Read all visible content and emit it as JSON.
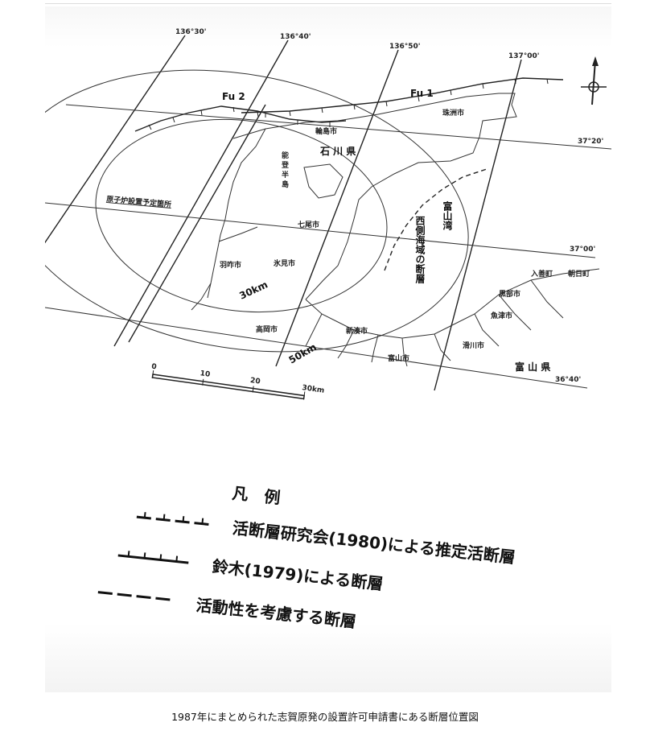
{
  "map": {
    "meridians": [
      "136°30'",
      "136°40'",
      "136°50'",
      "137°00'"
    ],
    "parallels": [
      "37°20'",
      "37°00'",
      "36°40'"
    ],
    "faults": {
      "fu1": "Fu 1",
      "fu2": "Fu 2"
    },
    "radii": {
      "inner": "30km",
      "outer": "50km"
    },
    "places": {
      "ishikawa": "石 川 県",
      "noto1": "能",
      "noto2": "登",
      "noto3": "半",
      "noto4": "島",
      "wajima": "輪島市",
      "suzu": "珠洲市",
      "nanao": "七尾市",
      "hakui": "羽咋市",
      "himi": "氷見市",
      "takaoka": "高岡市",
      "shinminato": "新湊市",
      "toyama_city": "富山市",
      "namerikawa": "滑川市",
      "uozu": "魚津市",
      "kurobe": "黒部市",
      "nyuzen": "入善町",
      "asahi": "朝日町",
      "toyama_pref": "富 山 県",
      "toyama_bay": "富山湾",
      "west_fault": "西側海域の断層",
      "reactor_site": "原子炉設置予定箇所"
    },
    "scale": {
      "ticks": [
        "0",
        "10",
        "20",
        "30km"
      ]
    }
  },
  "legend": {
    "title": "凡　例",
    "items": [
      {
        "label": "活断層研究会(1980)による推定活断層"
      },
      {
        "label": "鈴木(1979)による断層"
      },
      {
        "label": "活動性を考慮する断層"
      }
    ]
  },
  "caption": "1987年にまとめられた志賀原発の設置許可申請書にある断層位置図"
}
